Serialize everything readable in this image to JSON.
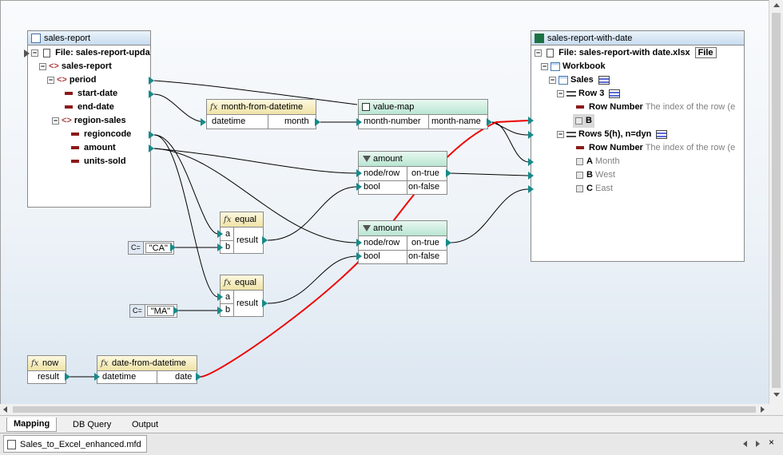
{
  "colors": {
    "wire": "#000000",
    "selected_wire": "#ee0000",
    "source_header": "#c8dcef",
    "function_header": "#efe3a6",
    "valuemap_header": "#b8e6d2"
  },
  "source": {
    "title": "sales-report",
    "file_label": "File: sales-report-upda",
    "items": [
      "sales-report",
      "period",
      "start-date",
      "end-date",
      "region-sales",
      "regioncode",
      "amount",
      "units-sold"
    ]
  },
  "target": {
    "title": "sales-report-with-date",
    "file_label": "File: sales-report-with date.xlsx",
    "file_button": "File",
    "workbook": "Workbook",
    "sheet": "Sales",
    "row3": "Row 3",
    "row_number": "Row Number",
    "row_number_desc": "The index of the row (e",
    "col_b1": "B",
    "rows5": "Rows 5(h), n=dyn",
    "row_number2": "Row Number",
    "row_number_desc2": "The index of the row (e",
    "col_a": "A",
    "col_a_name": "Month",
    "col_b": "B",
    "col_b_name": "West",
    "col_c": "C",
    "col_c_name": "East"
  },
  "functions": {
    "month_from_datetime": {
      "title": "month-from-datetime",
      "in": "datetime",
      "out": "month"
    },
    "value_map": {
      "title": "value-map",
      "in": "month-number",
      "out": "month-name"
    },
    "filter1": {
      "title": "amount",
      "in1": "node/row",
      "in2": "bool",
      "out1": "on-true",
      "out2": "on-false"
    },
    "filter2": {
      "title": "amount",
      "in1": "node/row",
      "in2": "bool",
      "out1": "on-true",
      "out2": "on-false"
    },
    "equal1": {
      "title": "equal",
      "a": "a",
      "b": "b",
      "out": "result"
    },
    "equal2": {
      "title": "equal",
      "a": "a",
      "b": "b",
      "out": "result"
    },
    "now": {
      "title": "now",
      "out": "result"
    },
    "date_from_datetime": {
      "title": "date-from-datetime",
      "in": "datetime",
      "out": "date"
    }
  },
  "constants": {
    "ca_badge": "C=",
    "ca_value": "\"CA\"",
    "ma_badge": "C=",
    "ma_value": "\"MA\""
  },
  "tabs": [
    "Mapping",
    "DB Query",
    "Output"
  ],
  "document_tab": "Sales_to_Excel_enhanced.mfd"
}
